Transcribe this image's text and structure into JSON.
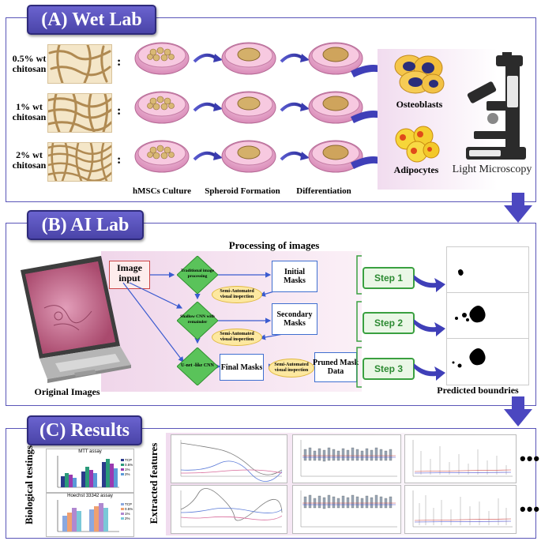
{
  "sections": {
    "a": "(A)  Wet Lab",
    "b": "(B)  AI  Lab",
    "c": "(C)  Results"
  },
  "wetlab": {
    "concentrations": [
      "0.5% wt\nchitosan",
      "1% wt\nchitosan",
      "2% wt\nchitosan"
    ],
    "steps": [
      "hMSCs Culture",
      "Spheroid Formation",
      "Differentiation"
    ],
    "cells": [
      "Osteoblasts",
      "Adipocytes"
    ],
    "microscopy": "Light Microscopy"
  },
  "ailab": {
    "title": "Processing of images",
    "image_input": "Image\ninput",
    "original": "Original Images",
    "predicted": "Predicted boundries",
    "methods": [
      "Traditional image\nprocessing",
      "Shallow CNN with\nremainder",
      "U-net -like CNN"
    ],
    "inspection": [
      "Semi-Automated\nvisual inspection",
      "Semi-Automated\nvisual inspection",
      "Semi-Automated\nvisual inspection"
    ],
    "masks": [
      "Initial Masks",
      "Secondary\nMasks",
      "Final Masks",
      "Pruned Mask\nData"
    ],
    "steps": [
      "Step 1",
      "Step 2",
      "Step 3"
    ]
  },
  "results": {
    "bio_label": "Biological testings",
    "feat_label": "Extracted features",
    "mtt": "MTT assay",
    "hoechst": "Hoechst 33342 assay",
    "legend": [
      "TCP",
      "0.5%",
      "1%",
      "2%"
    ],
    "more": "•••"
  },
  "colors": {
    "header": "#5a54c4",
    "arrow": "#4b47c0",
    "mesh_fiber": "#b08a52",
    "dish": "#e8a6c8",
    "green": "#5ac35a"
  }
}
